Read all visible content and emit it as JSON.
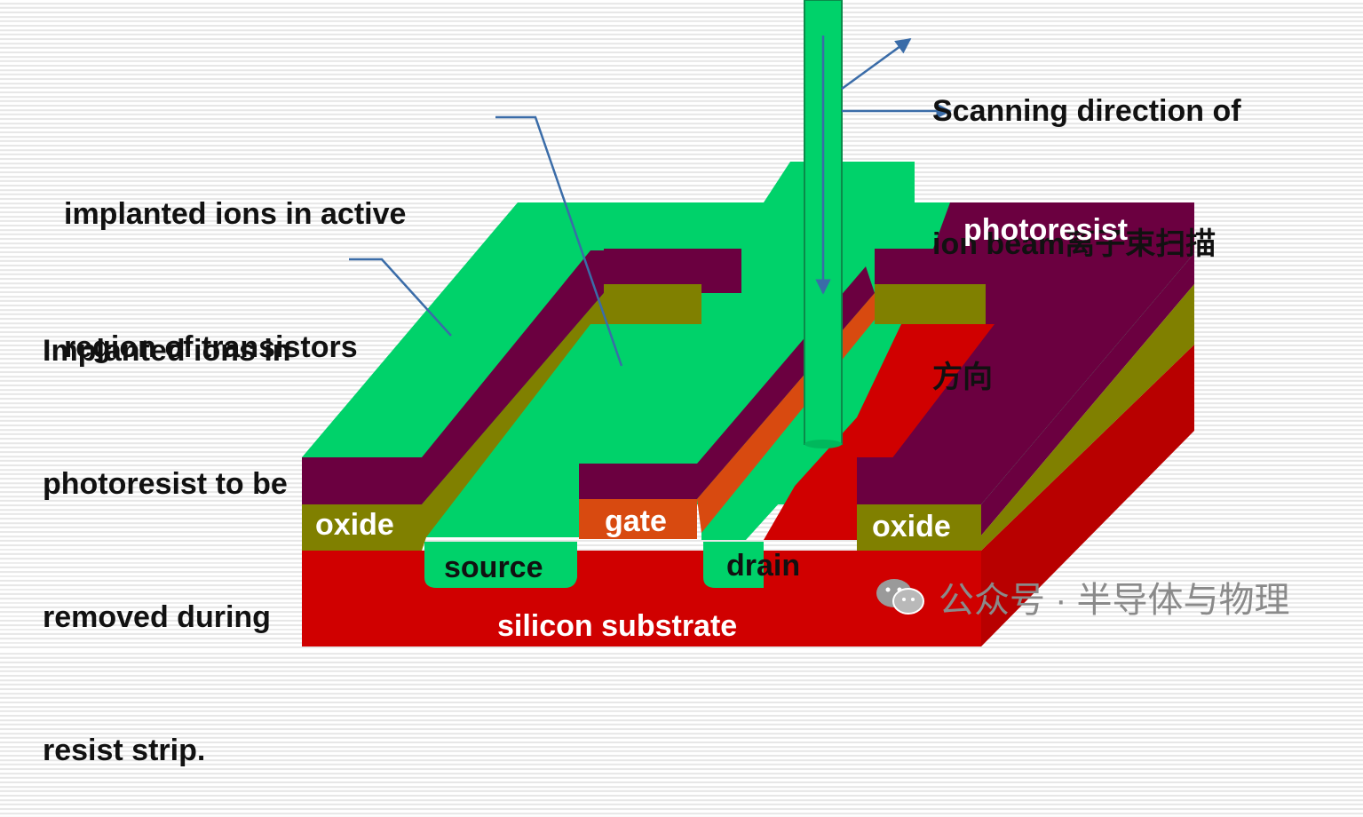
{
  "diagram": {
    "labels": {
      "scanning_line1": "Scanning direction of",
      "scanning_line2": "ion beam离子束扫描",
      "scanning_line3": "方向",
      "implanted_active_line1": "implanted ions in active",
      "implanted_active_line2": "region of transistors",
      "implanted_resist_line1": "Implanted ions in",
      "implanted_resist_line2": "photoresist to be",
      "implanted_resist_line3": "removed during",
      "implanted_resist_line4": "resist strip.",
      "photoresist": "photoresist",
      "oxide_left": "oxide",
      "oxide_right": "oxide",
      "gate": "gate",
      "source": "source",
      "drain": "drain",
      "substrate": "silicon substrate"
    },
    "watermark": {
      "icon": "wechat-icon",
      "text": "公众号 · 半导体与物理"
    },
    "colors": {
      "implant_green": "#00d26a",
      "photoresist": "#6b0040",
      "oxide": "#808000",
      "gate": "#d84a10",
      "substrate": "#cc0000",
      "arrow": "#3a6ca8"
    }
  }
}
